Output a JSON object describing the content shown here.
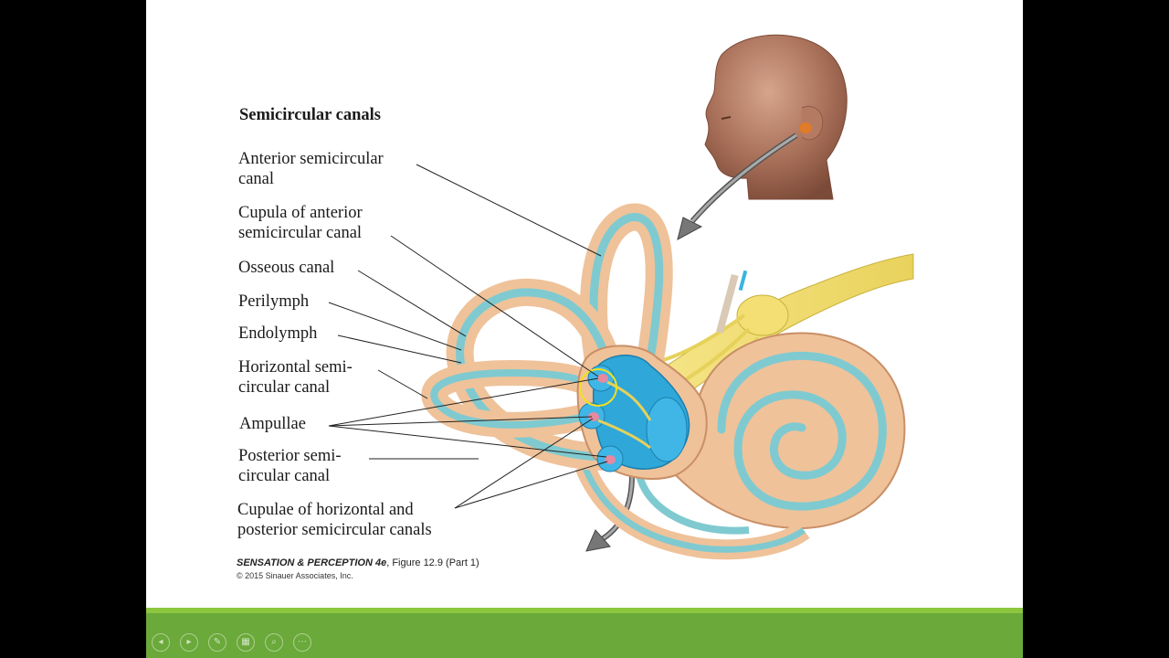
{
  "slide": {
    "title": "Semicircular canals",
    "labels": {
      "anterior_1": "Anterior semicircular",
      "anterior_2": "canal",
      "cupula_ant_1": "Cupula of anterior",
      "cupula_ant_2": "semicircular canal",
      "osseous": "Osseous canal",
      "perilymph": "Perilymph",
      "endolymph": "Endolymph",
      "horizontal_1": "Horizontal semi-",
      "horizontal_2": "circular canal",
      "ampullae": "Ampullae",
      "posterior_1": "Posterior semi-",
      "posterior_2": "circular canal",
      "cupulae_1": "Cupulae of horizontal and",
      "cupulae_2": "posterior semicircular canals"
    },
    "credit_book": "SENSATION & PERCEPTION 4e",
    "credit_figure": ", Figure 12.9 (Part 1)",
    "copyright": "© 2015 Sinauer Associates, Inc."
  },
  "controls": [
    {
      "name": "previous-slide-button",
      "glyph": "◂"
    },
    {
      "name": "next-slide-button",
      "glyph": "▸"
    },
    {
      "name": "pen-tool-button",
      "glyph": "✎"
    },
    {
      "name": "slide-sorter-button",
      "glyph": "▦"
    },
    {
      "name": "zoom-button",
      "glyph": "⌕"
    },
    {
      "name": "more-options-button",
      "glyph": "⋯"
    }
  ],
  "colors": {
    "bone": "#f0c49c",
    "fluid": "#7fcad0",
    "nerve": "#f2df72",
    "utricle": "#2fa7d9",
    "accent_green": "#6aa93a"
  }
}
